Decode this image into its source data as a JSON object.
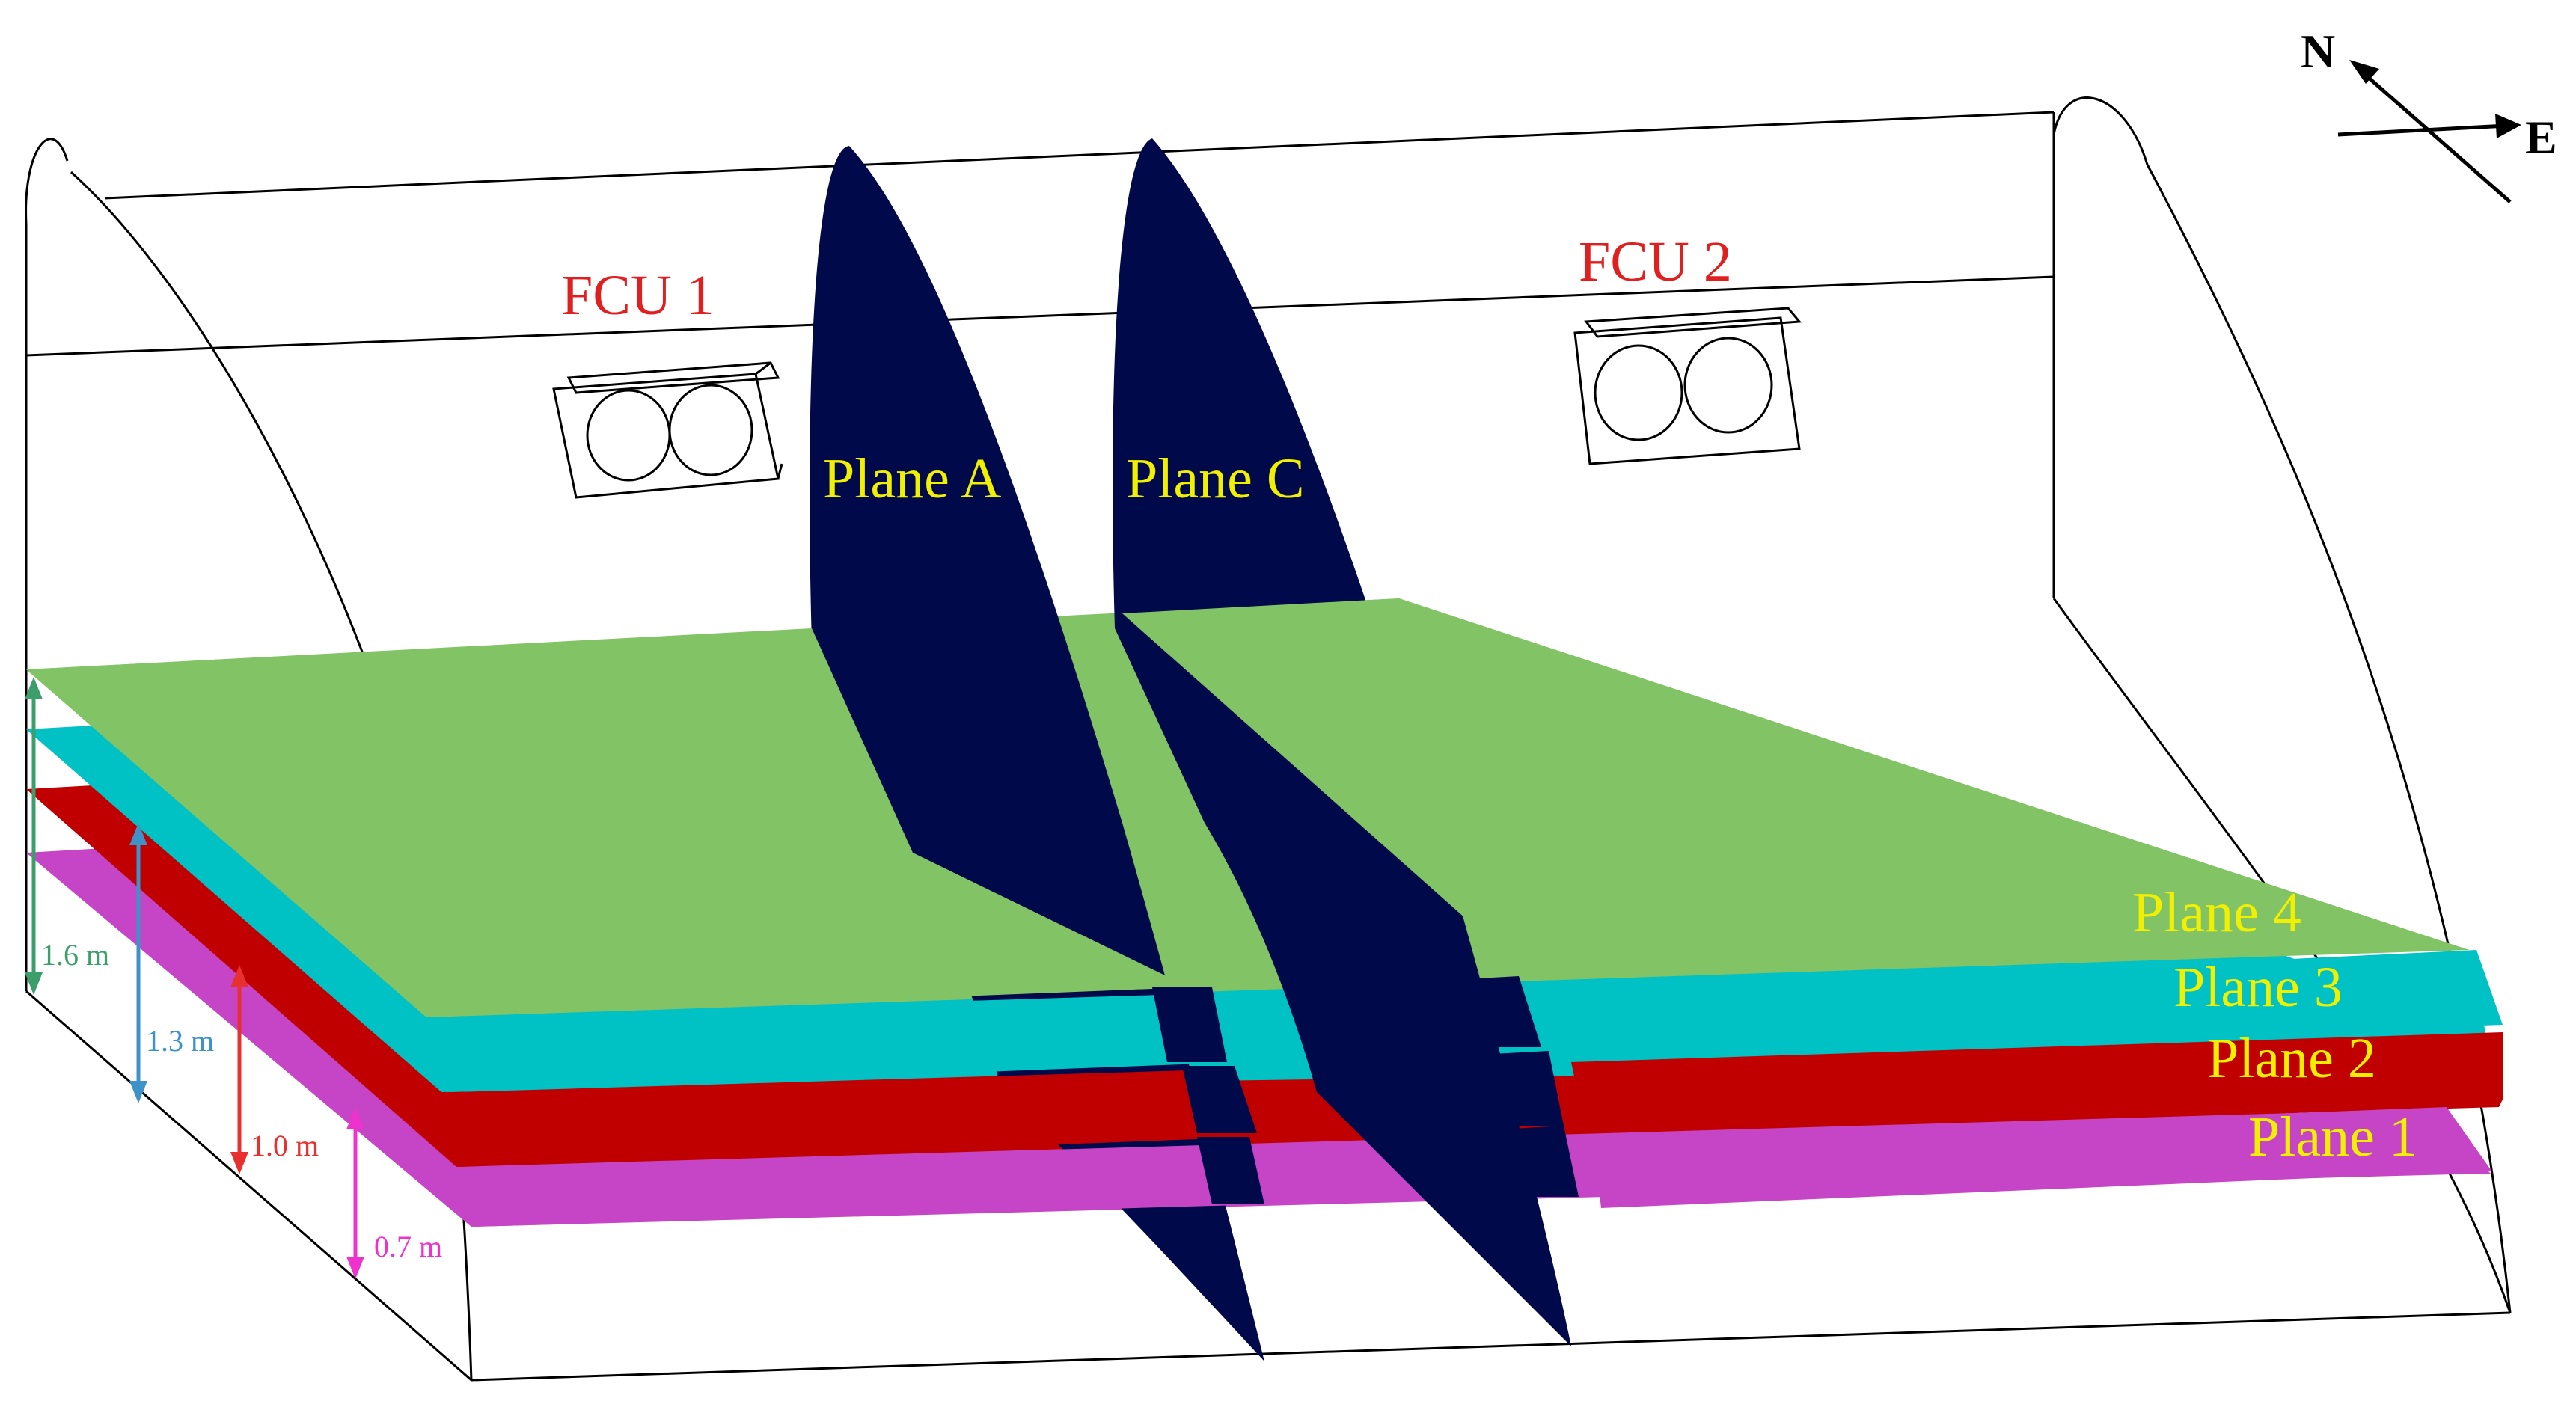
{
  "fcu_units": [
    {
      "label": "FCU 1"
    },
    {
      "label": "FCU 2"
    }
  ],
  "vertical_planes": [
    {
      "label": "Plane A"
    },
    {
      "label": "Plane C"
    }
  ],
  "horizontal_planes": [
    {
      "label": "Plane 4",
      "height": "1.6 m",
      "color": "#82c366",
      "label_color": "#f0f000",
      "dim_color": "#3c9e6a"
    },
    {
      "label": "Plane 3",
      "height": "1.3 m",
      "color": "#00c1c4",
      "label_color": "#f0f000",
      "dim_color": "#3d92c8"
    },
    {
      "label": "Plane 2",
      "height": "1.0 m",
      "color": "#c00000",
      "label_color": "#f0f000",
      "dim_color": "#e83030"
    },
    {
      "label": "Plane 1",
      "height": "0.7 m",
      "color": "#c645c6",
      "label_color": "#f0f000",
      "dim_color": "#ee33cc"
    }
  ],
  "compass": {
    "north": "N",
    "east": "E"
  },
  "colors": {
    "vertical_plane": "#000a4a",
    "fcu_label": "#e02020",
    "vertical_plane_label": "#f0f000"
  }
}
